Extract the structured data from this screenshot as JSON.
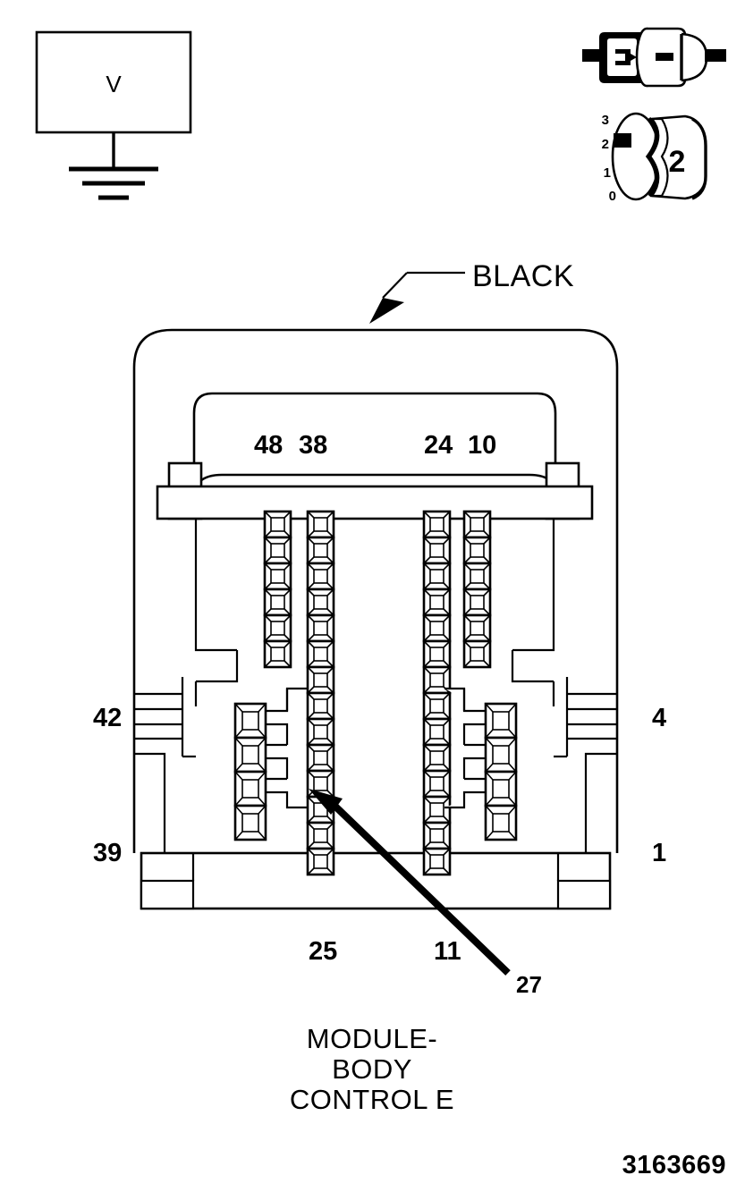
{
  "figure": {
    "number": "3163669",
    "caption_lines": [
      "MODULE-",
      "BODY",
      "CONTROL E"
    ]
  },
  "meter": {
    "name": "voltmeter",
    "display_label": "V",
    "ground_symbol": "earth-ground"
  },
  "test_lead": {
    "name": "connector-probe-icon",
    "description": "jumper-probe-connector"
  },
  "dial": {
    "name": "rotary-selector",
    "selected_value": "2",
    "positions": [
      "3",
      "2",
      "1",
      "0"
    ],
    "marker_position": "2"
  },
  "connector": {
    "color_label": "BLACK",
    "top_pin_labels": [
      "48",
      "38",
      "24",
      "10"
    ],
    "left_pin_labels": [
      "42",
      "39"
    ],
    "right_pin_labels": [
      "4",
      "1"
    ],
    "bottom_pin_labels": [
      "25",
      "11"
    ],
    "callout": "27",
    "callout_target_column": "38",
    "callout_target_index": 11,
    "columns": [
      {
        "label": "48",
        "cavities": 6,
        "style": "square"
      },
      {
        "label": "38",
        "cavities": 14,
        "style": "square"
      },
      {
        "label": "24",
        "cavities": 14,
        "style": "square"
      },
      {
        "label": "10",
        "cavities": 6,
        "style": "square"
      }
    ],
    "side_columns": [
      {
        "label": "42-39",
        "cavities": 4,
        "style": "rect-tall",
        "side": "left"
      },
      {
        "label": "4-1",
        "cavities": 4,
        "style": "rect-tall",
        "side": "right"
      }
    ]
  },
  "colors": {
    "line": "#000000",
    "background": "#ffffff"
  }
}
